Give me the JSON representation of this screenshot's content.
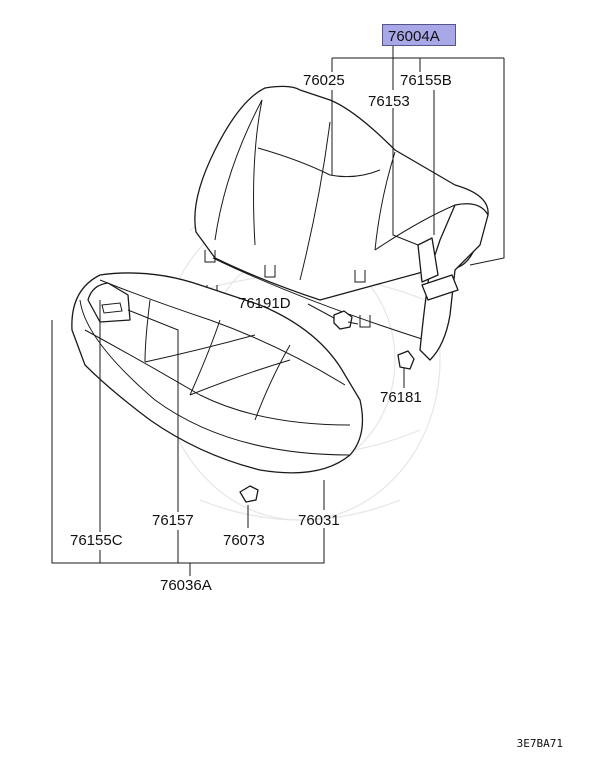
{
  "diagram": {
    "callouts": {
      "assembly_back": "76004A",
      "back_cover": "76025",
      "back_right_pad": "76155B",
      "back_right_panel": "76153",
      "hook_bolt": "76191D",
      "clip": "76181",
      "cushion_left_pad": "76155C",
      "cushion_center_pad": "76157",
      "cushion_clip": "76073",
      "cushion_cover": "76031",
      "assembly_cushion": "76036A"
    },
    "diagram_code": "3E7BA71",
    "highlight_color": "#a9a8e6"
  }
}
